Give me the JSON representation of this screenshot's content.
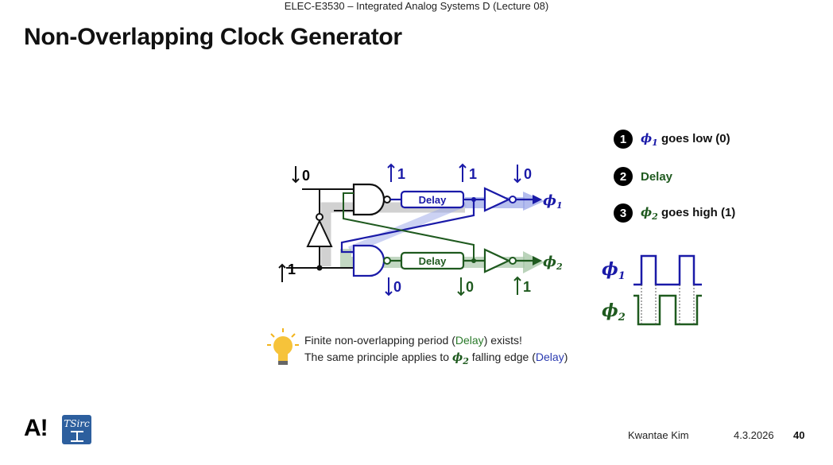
{
  "header": {
    "course": "ELEC-E3530 – Integrated Analog Systems D (Lecture 08)"
  },
  "slide": {
    "title": "Non-Overlapping Clock Generator"
  },
  "circuit": {
    "delay_label": "Delay",
    "input_top": "0",
    "input_bottom": "1",
    "nand1_out": "1",
    "delay1_out": "1",
    "phi1_val": "0",
    "nand2_out": "0",
    "delay2_out": "0",
    "phi2_val": "1",
    "phi1_label": "ϕ",
    "phi1_sub": "1",
    "phi2_label": "ϕ",
    "phi2_sub": "2"
  },
  "steps": [
    {
      "num": "1",
      "phi": "ϕ",
      "sub": "1",
      "text": " goes low (0)",
      "color": "#1a1aa8"
    },
    {
      "num": "2",
      "text": "Delay",
      "color": "#1f5a1f"
    },
    {
      "num": "3",
      "phi": "ϕ",
      "sub": "2",
      "text": " goes high (1)",
      "color": "#1f5a1f"
    }
  ],
  "waveforms": {
    "phi1": "ϕ",
    "phi1_sub": "1",
    "phi2": "ϕ",
    "phi2_sub": "2",
    "colors": {
      "phi1": "#1a1aa8",
      "phi2": "#1f5a1f"
    }
  },
  "notes": {
    "line1_pre": "Finite non-overlapping period (",
    "line1_delay": "Delay",
    "line1_post": ") exists!",
    "line2_pre": "The same principle applies to ",
    "line2_phi": "ϕ",
    "line2_sub": "2",
    "line2_mid": " falling edge (",
    "line2_delay": "Delay",
    "line2_post": ")"
  },
  "footer": {
    "logo_a": "A!",
    "logo_tsirc": "TSirc",
    "author": "Kwantae Kim",
    "date": "4.3.2026",
    "page": "40"
  },
  "icons": [
    "lightbulb-icon"
  ]
}
